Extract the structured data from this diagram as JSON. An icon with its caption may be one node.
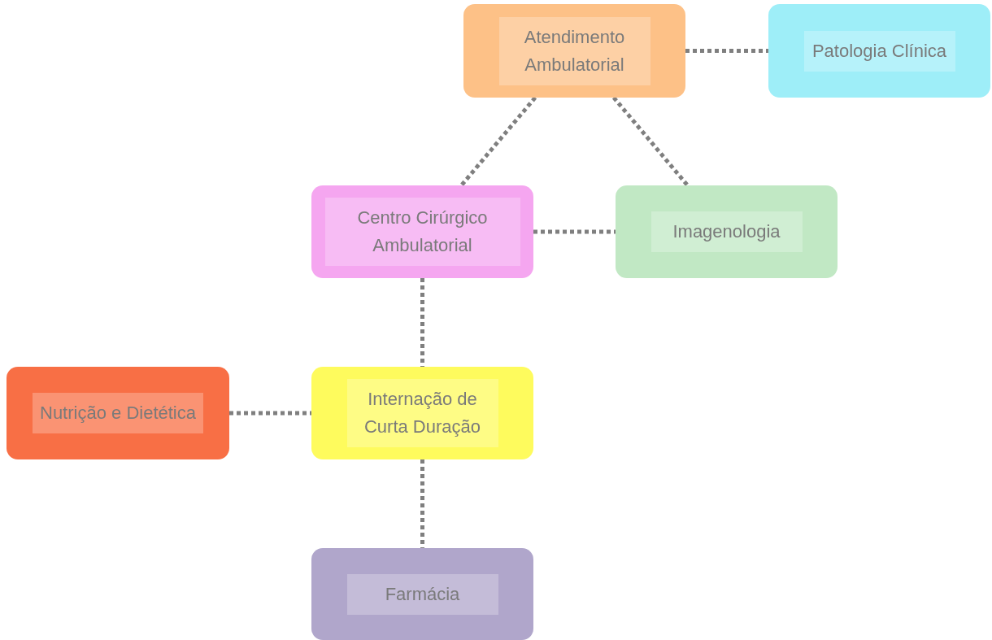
{
  "diagram": {
    "nodes": [
      {
        "text": [
          "Atendimento Ambulatorial"
        ]
      },
      {
        "text": [
          "Patologia Clínica"
        ]
      },
      {
        "text": [
          "Centro Cirúrgico Ambulatorial"
        ]
      },
      {
        "text": [
          "Imagenologia"
        ]
      },
      {
        "text": [
          "Nutrição e Dietética"
        ]
      },
      {
        "text": [
          "Internação de Curta Duração"
        ]
      },
      {
        "text": [
          "Farmácia"
        ]
      }
    ],
    "edges": [
      {
        "from": 0,
        "to": 1,
        "arrow": "none"
      },
      {
        "from": 0,
        "to": 2,
        "arrow": "none"
      },
      {
        "from": 0,
        "to": 3,
        "arrow": "none"
      },
      {
        "from": 2,
        "to": 3,
        "arrow": "none"
      },
      {
        "from": 2,
        "to": 5,
        "arrow": "none"
      },
      {
        "from": 4,
        "to": 5,
        "arrow": "none"
      },
      {
        "from": 5,
        "to": 6,
        "arrow": "none"
      }
    ]
  }
}
